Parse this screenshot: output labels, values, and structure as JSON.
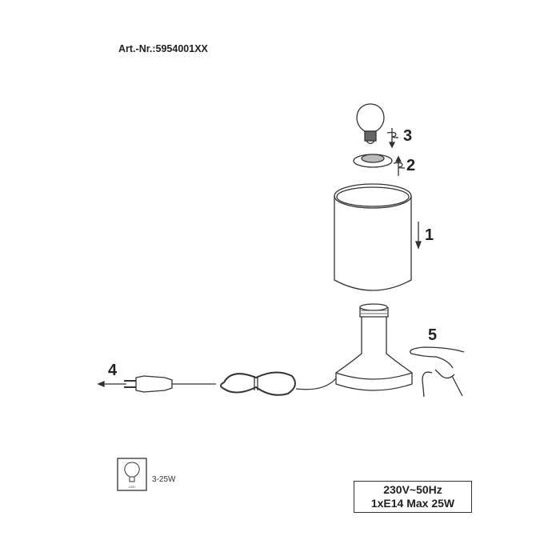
{
  "article_number": "Art.-Nr.:5954001XX",
  "steps": {
    "s1": "1",
    "s2": "2",
    "s3": "3",
    "s4": "4",
    "s5": "5"
  },
  "bulb_icon": {
    "label": "LED",
    "wattage": "3-25W"
  },
  "spec": {
    "voltage": "230V~50Hz",
    "socket": "1xE14 Max 25W"
  }
}
